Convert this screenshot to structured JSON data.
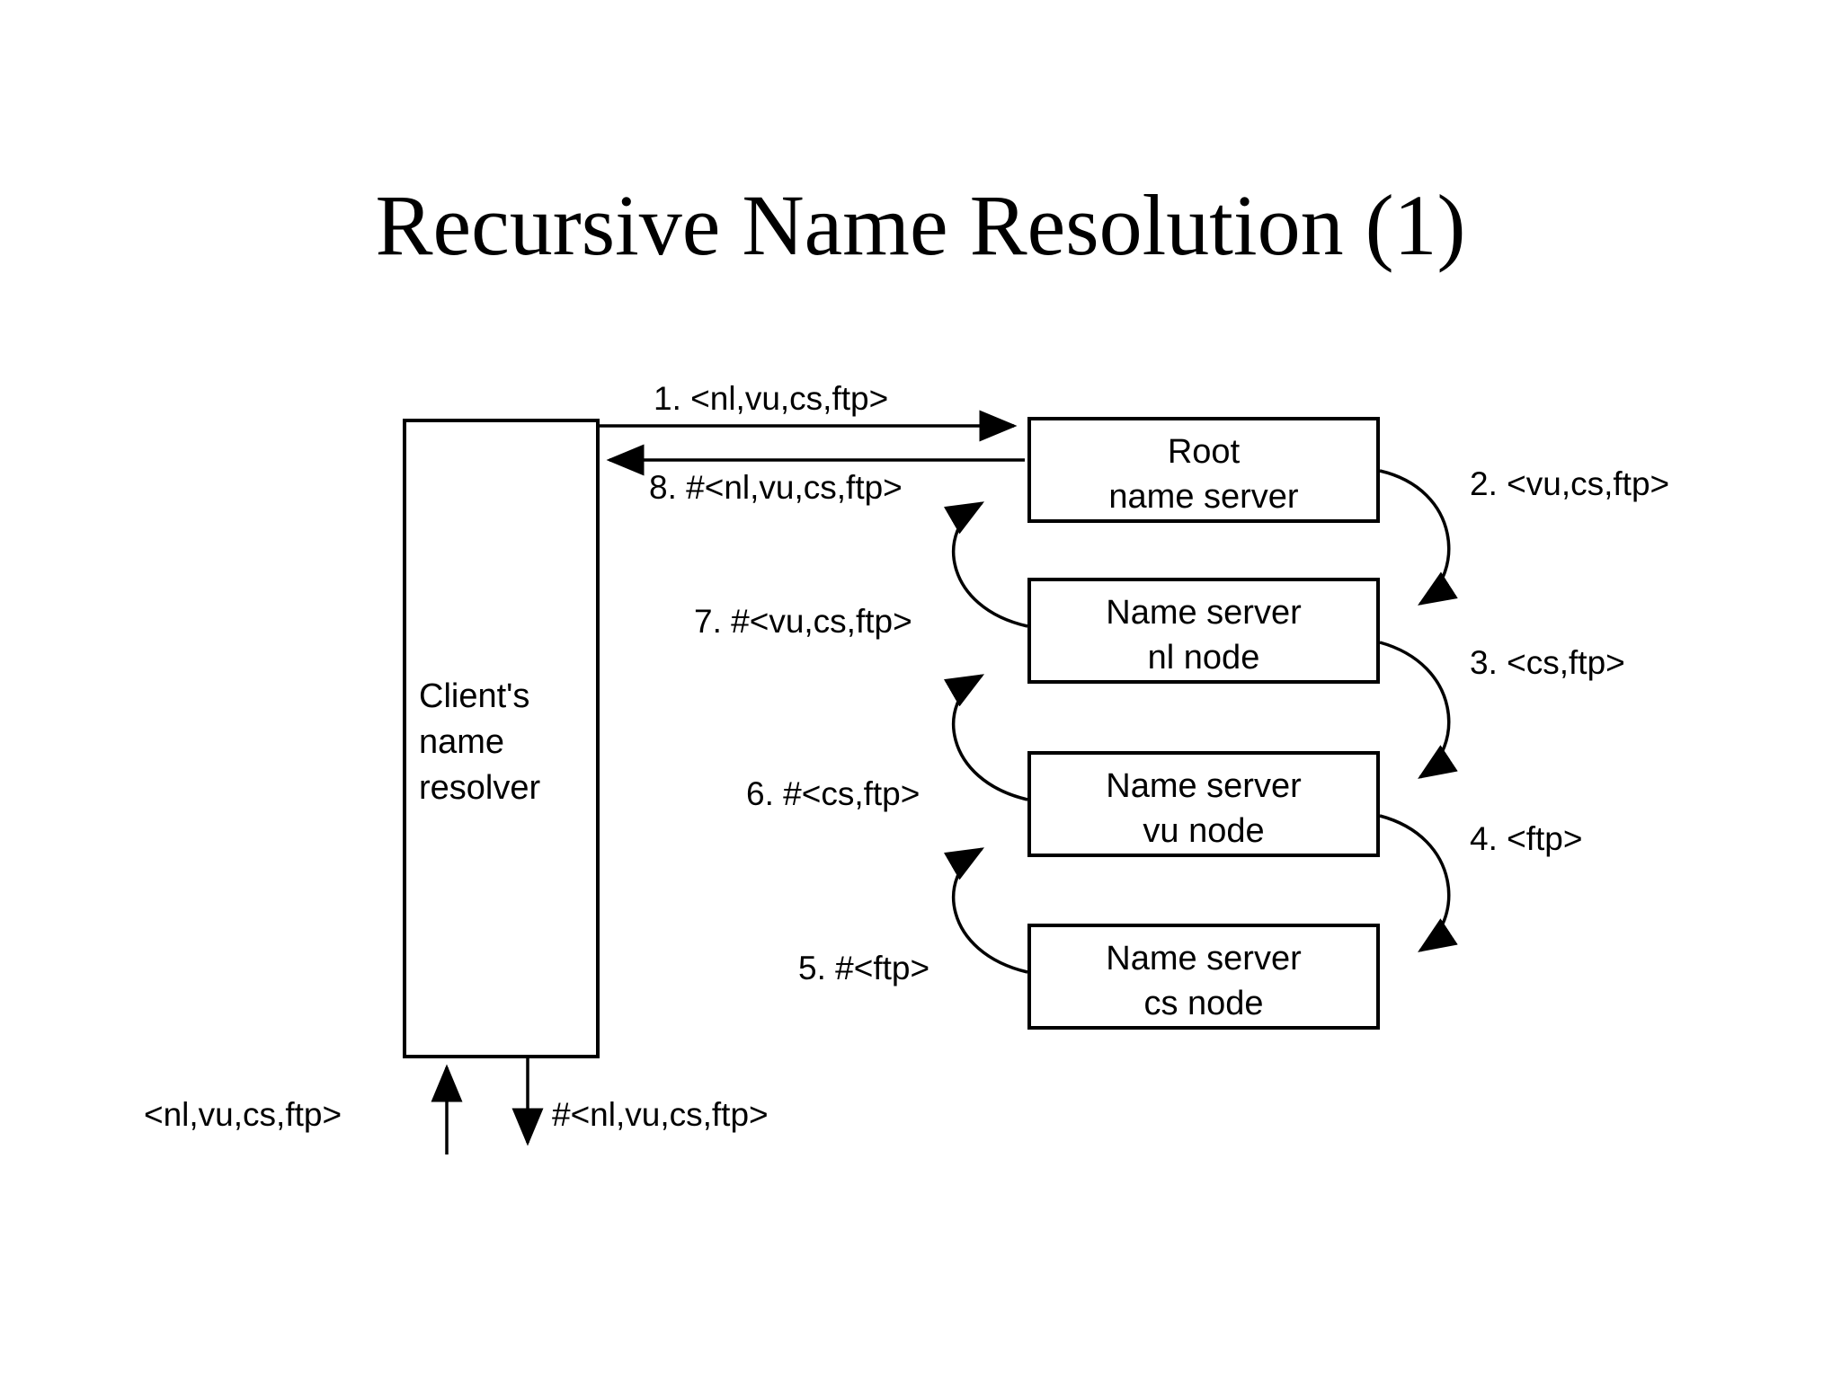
{
  "slide": {
    "title": "Recursive Name Resolution (1)"
  },
  "diagram": {
    "type": "sequence-flow",
    "client": {
      "label": "Client's\nname\nresolver"
    },
    "servers": [
      {
        "id": "root",
        "label": "Root\nname server"
      },
      {
        "id": "nl",
        "label": "Name server\nnl node"
      },
      {
        "id": "vu",
        "label": "Name server\nvu node"
      },
      {
        "id": "cs",
        "label": "Name server\ncs node"
      }
    ],
    "request_labels": [
      {
        "step": "1",
        "text": "1. <nl,vu,cs,ftp>"
      },
      {
        "step": "2",
        "text": "2. <vu,cs,ftp>"
      },
      {
        "step": "3",
        "text": "3. <cs,ftp>"
      },
      {
        "step": "4",
        "text": "4. <ftp>"
      }
    ],
    "reply_labels": [
      {
        "step": "5",
        "text": "5. #<ftp>"
      },
      {
        "step": "6",
        "text": "6. #<cs,ftp>"
      },
      {
        "step": "7",
        "text": "7. #<vu,cs,ftp>"
      },
      {
        "step": "8",
        "text": "8. #<nl,vu,cs,ftp>"
      }
    ],
    "client_io": {
      "input": "<nl,vu,cs,ftp>",
      "output": "#<nl,vu,cs,ftp>"
    },
    "colors": {
      "stroke": "#000000",
      "fill": "#ffffff",
      "text": "#000000"
    }
  }
}
